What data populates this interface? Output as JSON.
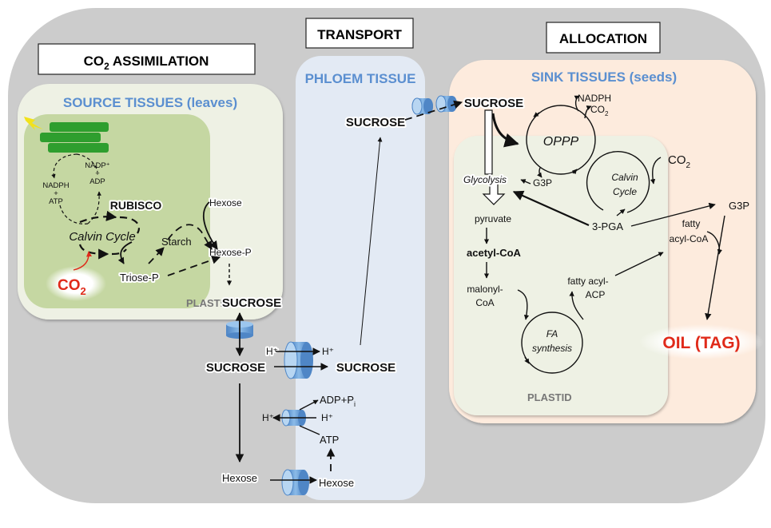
{
  "sections": {
    "assimilation": "CO",
    "assimilation_sub": "2",
    "assimilation_rest": " ASSIMILATION",
    "transport": "TRANSPORT",
    "allocation": "ALLOCATION"
  },
  "source": {
    "title": "SOURCE TISSUES (leaves)",
    "nadph": "NADPH",
    "plus1": "+",
    "atp": "ATP",
    "nadp": "NADP⁺",
    "plus2": "+",
    "adp": "ADP",
    "rubisco": "RUBISCO",
    "calvin": "Calvin Cycle",
    "co2": "CO",
    "co2_sub": "2",
    "triose": "Triose-P",
    "starch": "Starch",
    "hexose": "Hexose",
    "hexose_p": "Hexose-P",
    "plastid": "PLASTID",
    "sucrose": "SUCROSE"
  },
  "apoplast": {
    "sucrose": "SUCROSE",
    "hexose": "Hexose",
    "h_plus_left": "H⁺",
    "h_plus_left2": "H⁺"
  },
  "phloem": {
    "title": "PHLOEM TISSUE",
    "sucrose_top": "SUCROSE",
    "sucrose_mid": "SUCROSE",
    "h_plus": "H⁺",
    "adp_pi": "ADP+P",
    "adp_pi_sub": "i",
    "h_plus2": "H⁺",
    "atp": "ATP",
    "hexose": "Hexose"
  },
  "sink": {
    "title": "SINK TISSUES (seeds)",
    "sucrose": "SUCROSE",
    "nadph": "NADPH",
    "co2_oppp": "CO",
    "co2_oppp_sub": "2",
    "oppp": "OPPP",
    "g3p_oppp": "G3P",
    "glycolysis": "Glycolysis",
    "co2_calvin": "CO",
    "co2_calvin_sub": "2",
    "calvin1": "Calvin",
    "calvin2": "Cycle",
    "pyruvate": "pyruvate",
    "pga": "3-PGA",
    "g3p_right": "G3P",
    "acetyl": "acetyl-CoA",
    "fatty_acyl_coa_1": "fatty",
    "fatty_acyl_coa_2": "acyl-CoA",
    "malonyl1": "malonyl-",
    "malonyl2": "CoA",
    "fatty_acp1": "fatty acyl-",
    "fatty_acp2": "ACP",
    "fa1": "FA",
    "fa2": "synthesis",
    "plastid": "PLASTID",
    "oil": "OIL (TAG)"
  },
  "colors": {
    "background": "#cccccc",
    "source_tissue": "#eef1e4",
    "source_plastid": "#c5d7a2",
    "phloem": "#e3eaf4",
    "sink_tissue": "#fdebdd",
    "sink_plastid": "#eef1e4",
    "title_blue": "#5b8fd0",
    "accent_red": "#e02a1a",
    "thylakoid": "#2e9e2e",
    "transporter": "#6fa8dc"
  }
}
